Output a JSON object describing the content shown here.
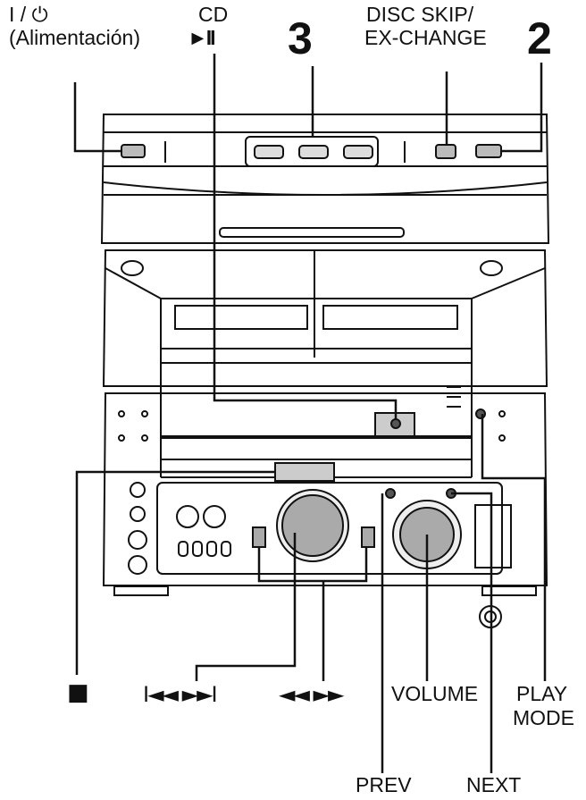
{
  "labels": {
    "power_symbol": "I / ⏻",
    "power_name": "(Alimentación)",
    "cd_title": "CD",
    "cd_play_pause": "►II",
    "step_3": "3",
    "disc_skip_line1": "DISC SKIP/",
    "disc_skip_line2": "EX-CHANGE",
    "step_2": "2",
    "stop_symbol": "■",
    "prev_next_track": "I◄◄  ►►I",
    "rewind_forward": "◄◄ ►►",
    "volume": "VOLUME",
    "play_mode_line1": "PLAY",
    "play_mode_line2": "MODE",
    "prev": "PREV",
    "next": "NEXT"
  }
}
